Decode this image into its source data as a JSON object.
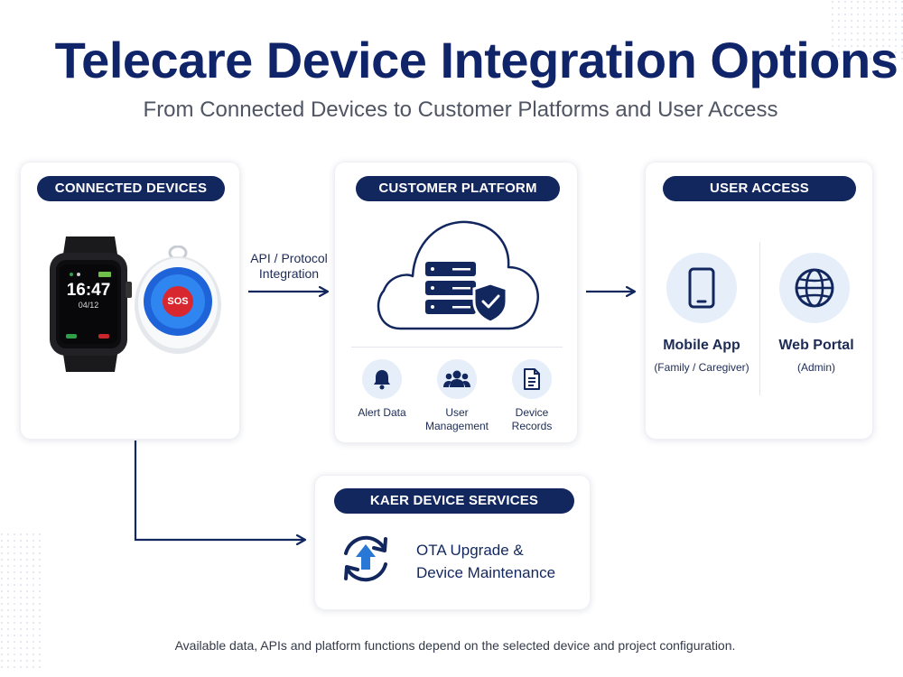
{
  "title": "Telecare Device Integration Options",
  "subtitle": "From Connected Devices to Customer Platforms and User Access",
  "connected_devices": {
    "header": "CONNECTED DEVICES",
    "watch_time": "16:47",
    "watch_date": "04/12",
    "sos_label": "SOS"
  },
  "arrow_label": {
    "line1": "API / Protocol",
    "line2": "Integration"
  },
  "customer_platform": {
    "header": "CUSTOMER PLATFORM",
    "items": [
      {
        "icon": "bell-icon",
        "label": "Alert Data"
      },
      {
        "icon": "users-icon",
        "line1": "User",
        "line2": "Management"
      },
      {
        "icon": "document-icon",
        "line1": "Device",
        "line2": "Records"
      }
    ]
  },
  "user_access": {
    "header": "USER ACCESS",
    "mobile": {
      "icon": "smartphone-icon",
      "title": "Mobile App",
      "sub": "(Family / Caregiver)"
    },
    "web": {
      "icon": "globe-icon",
      "title": "Web Portal",
      "sub": "(Admin)"
    }
  },
  "kaer_services": {
    "header": "KAER DEVICE SERVICES",
    "line1": "OTA Upgrade &",
    "line2": "Device Maintenance"
  },
  "footer": "Available data, APIs and platform functions depend on the selected device and project configuration.",
  "colors": {
    "navy": "#13275f",
    "accent_blue": "#2a78d6",
    "icon_bg": "#e6eef9",
    "sos_red": "#d8272f"
  }
}
